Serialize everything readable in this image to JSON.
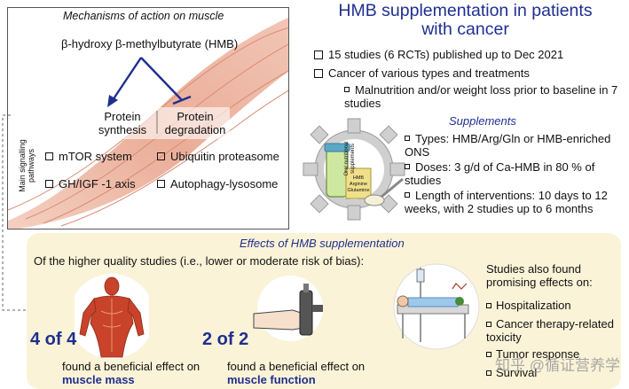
{
  "mechanisms": {
    "title": "Mechanisms of action on muscle",
    "hmb_label": "β-hydroxy β-methylbutyrate (HMB)",
    "node_synthesis": "Protein synthesis",
    "node_degradation": "Protein degradation",
    "pathways": [
      "mTOR system",
      "Ubiquitin proteasome",
      "GH/IGF -1 axis",
      "Autophagy-lysosome"
    ],
    "side_label": "Main signalling pathways"
  },
  "header": {
    "title": "HMB supplementation in patients with cancer"
  },
  "overview": {
    "items": [
      "15 studies (6 RCTs) published up to Dec 2021",
      "Cancer of various types and treatments"
    ],
    "sub_item": "Malnutrition and/or weight loss prior to baseline in 7 studies"
  },
  "supplements": {
    "heading": "Supplements",
    "items": [
      "Types: HMB/Arg/Gln or HMB-enriched ONS",
      "Doses: 3 g/d of Ca-HMB in 80 % of studies",
      "Length of interventions: 10 days to 12 weeks, with 2 studies up to 6 months"
    ],
    "jar_label": "Oral nutritional supplements",
    "box_label": "HMB Arginine Glutamine"
  },
  "effects": {
    "heading": "Effects of HMB supplementation",
    "intro": "Of the higher quality studies (i.e., lower or moderate risk of bias):",
    "mass_count": "4 of 4",
    "mass_text": "found a beneficial effect on",
    "mass_bold": "muscle mass",
    "function_count": "2 of 2",
    "function_text": "found a beneficial effect on",
    "function_bold": "muscle function",
    "also_heading": "Studies also found promising effects on:",
    "also_items": [
      "Hospitalization",
      "Cancer therapy-related toxicity",
      "Tumor response",
      "Survival"
    ]
  },
  "watermark": "知乎 @循证营养学",
  "colors": {
    "accent": "#1f2f8f",
    "effects_bg": "#fbf3d7",
    "muscle": "#e8a48c"
  }
}
